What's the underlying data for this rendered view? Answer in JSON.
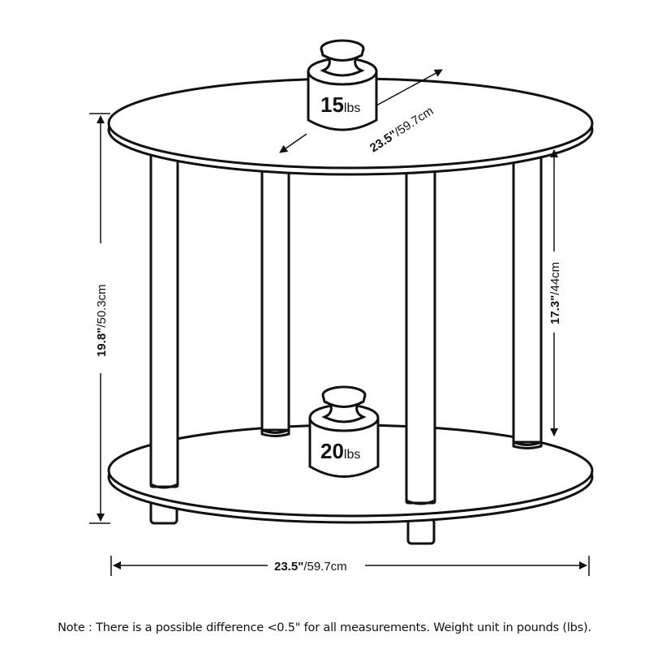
{
  "diagram": {
    "subject": "two-tier round end table with dimensions and weight capacity",
    "weights": {
      "top": {
        "value": "15",
        "unit": "lbs"
      },
      "bottom": {
        "value": "20",
        "unit": "lbs"
      }
    },
    "dimensions": {
      "diameter_top": {
        "imperial": "23.5\"",
        "metric": "/59.7cm"
      },
      "overall_height": {
        "imperial": "19.8\"",
        "metric": "/50.3cm"
      },
      "shelf_gap": {
        "imperial": "17.3\"",
        "metric": "/44cm"
      },
      "width_bottom": {
        "imperial": "23.5\"",
        "metric": "/59.7cm"
      }
    },
    "note": "Note : There is a possible difference <0.5\" for all measurements. Weight unit in pounds (lbs).",
    "colors": {
      "line": "#111111",
      "fill": "#ffffff"
    }
  }
}
